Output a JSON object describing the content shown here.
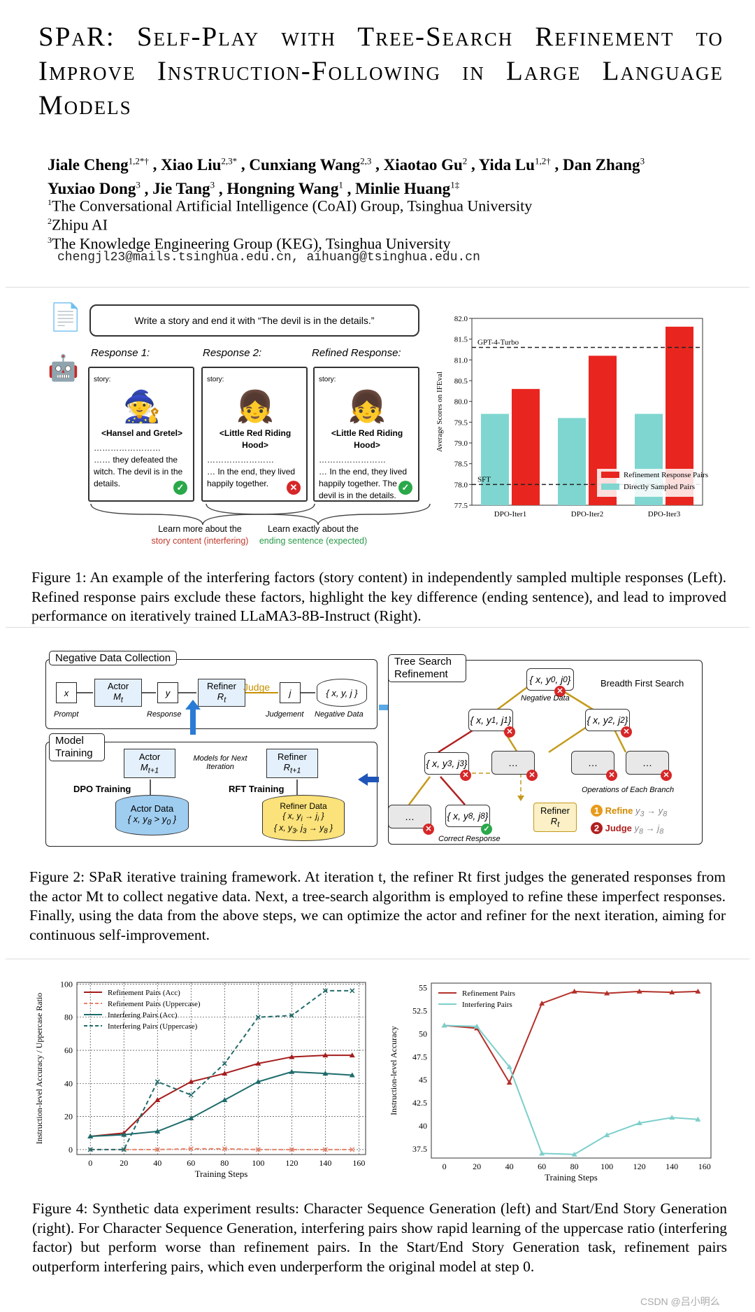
{
  "paper": {
    "title": "SPaR: Self-Play with Tree-Search Refinement to Improve Instruction-Following in Large Language Models",
    "authors_line1": [
      {
        "name": "Jiale Cheng",
        "sup": "1,2*†"
      },
      {
        "name": "Xiao Liu",
        "sup": "2,3*"
      },
      {
        "name": "Cunxiang Wang",
        "sup": "2,3"
      },
      {
        "name": "Xiaotao Gu",
        "sup": "2"
      },
      {
        "name": "Yida Lu",
        "sup": "1,2†"
      },
      {
        "name": "Dan Zhang",
        "sup": "3"
      }
    ],
    "authors_line2": [
      {
        "name": "Yuxiao Dong",
        "sup": "3"
      },
      {
        "name": "Jie Tang",
        "sup": "3"
      },
      {
        "name": "Hongning Wang",
        "sup": "1"
      },
      {
        "name": "Minlie Huang",
        "sup": "1‡"
      }
    ],
    "affiliations": [
      {
        "sup": "1",
        "text": "The Conversational Artificial Intelligence (CoAI) Group, Tsinghua University"
      },
      {
        "sup": "2",
        "text": "Zhipu AI"
      },
      {
        "sup": "3",
        "text": "The Knowledge Engineering Group (KEG), Tsinghua University"
      }
    ],
    "emails": "chengjl23@mails.tsinghua.edu.cn, aihuang@tsinghua.edu.cn"
  },
  "figure1": {
    "prompt": "Write a story and end it with “The devil is in the details.”",
    "responses": [
      {
        "label": "Response 1:",
        "story": "story:",
        "title": "<Hansel and Gretel>",
        "dots": "……………………",
        "body": "…… they defeated the witch. The devil is in the details.",
        "icon": "witch-icon",
        "verdict": "correct"
      },
      {
        "label": "Response 2:",
        "story": "story:",
        "title": "<Little Red Riding Hood>",
        "dots": "……………………",
        "body": "… In the end, they lived happily together.",
        "icon": "red-hood-icon",
        "verdict": "wrong"
      },
      {
        "label": "Refined Response:",
        "story": "story:",
        "title": "<Little Red Riding Hood>",
        "dots": "……………………",
        "body": "… In the end, they lived happily together. The devil is in the details.",
        "icon": "red-hood-icon",
        "verdict": "correct"
      }
    ],
    "note_left_1": "Learn more about the",
    "note_left_2": "story content (interfering)",
    "note_right_1": "Learn exactly about the",
    "note_right_2": "ending sentence (expected)",
    "caption": "Figure 1: An example of the interfering factors (story content) in independently sampled multiple responses (Left). Refined response pairs exclude these factors, highlight the key difference (ending sentence), and lead to improved performance on iteratively trained LLaMA3-8B-Instruct (Right)."
  },
  "figure2": {
    "left_header": "Negative Data Collection",
    "prompt": "Prompt",
    "response": "Response",
    "actor": "Actor",
    "refiner": "Refiner",
    "judge": "Judge",
    "judgement": "Judgement",
    "negative_data": "Negative Data",
    "model_training": "Model Training",
    "models_next": "Models for Next Iteration",
    "dpo_training": "DPO Training",
    "rft_training": "RFT Training",
    "actor_data": "Actor Data",
    "refiner_data": "Refiner Data",
    "tree_header": "Tree Search Refinement",
    "bfs": "Breadth First Search",
    "neg_data_label": "Negative Data",
    "ops_label": "Operations of Each Branch",
    "correct_response": "Correct Response",
    "refine_op": "Refine",
    "judge_op": "Judge",
    "caption": "Figure 2: SPaR iterative training framework. At iteration t, the refiner Rt first judges the generated responses from the actor Mt to collect negative data. Next, a tree-search algorithm is employed to refine these imperfect responses. Finally, using the data from the above steps, we can optimize the actor and refiner for the next iteration, aiming for continuous self-improvement."
  },
  "figure4": {
    "caption": "Figure 4: Synthetic data experiment results: Character Sequence Generation (left) and Start/End Story Generation (right). For Character Sequence Generation, interfering pairs show rapid learning of the uppercase ratio (interfering factor) but perform worse than refinement pairs. In the Start/End Story Generation task, refinement pairs outperform interfering pairs, which even underperform the original model at step 0."
  },
  "watermark": "CSDN @吕小明么",
  "chart_data": [
    {
      "type": "bar",
      "categories": [
        "DPO-Iter1",
        "DPO-Iter2",
        "DPO-Iter3"
      ],
      "series": [
        {
          "name": "Refinement Response Pairs",
          "values": [
            80.3,
            81.1,
            81.8
          ],
          "color": "#e8261f"
        },
        {
          "name": "Directly Sampled Pairs",
          "values": [
            79.7,
            79.6,
            79.7
          ],
          "color": "#7fd6d0"
        }
      ],
      "reference_lines": [
        {
          "label": "GPT-4-Turbo",
          "value": 81.3
        },
        {
          "label": "SFT",
          "value": 78.0
        }
      ],
      "ylabel": "Average Scores on IFEval",
      "ylim": [
        77.5,
        82.0
      ],
      "yticks": [
        77.5,
        78.0,
        78.5,
        79.0,
        79.5,
        80.0,
        80.5,
        81.0,
        81.5,
        82.0
      ],
      "legend": "bottom-right",
      "grid": false
    },
    {
      "type": "line",
      "xlabel": "Training Steps",
      "ylabel": "Instruction-level Accuracy / Uppercase Ratio",
      "x": [
        0,
        20,
        40,
        60,
        80,
        100,
        120,
        140,
        156
      ],
      "xticks": [
        0,
        20,
        40,
        60,
        80,
        100,
        120,
        140,
        160
      ],
      "yticks": [
        0,
        20,
        40,
        60,
        80,
        100
      ],
      "ylim": [
        -3,
        101
      ],
      "xlim": [
        -8,
        164
      ],
      "grid": true,
      "legend": "top-left",
      "series": [
        {
          "name": "Refinement Pairs (Acc)",
          "values": [
            8,
            10,
            30,
            41,
            46,
            52,
            56,
            57,
            57
          ],
          "color": "#a51c1c",
          "dash": false,
          "marker": "triangle"
        },
        {
          "name": "Refinement Pairs (Uppercase)",
          "values": [
            0,
            0,
            0,
            0.5,
            0.5,
            0,
            0,
            0,
            0
          ],
          "color": "#e8826a",
          "dash": true,
          "marker": "x"
        },
        {
          "name": "Interfering Pairs (Acc)",
          "values": [
            8,
            9,
            11,
            19,
            30,
            41,
            47,
            46,
            45
          ],
          "color": "#1d6b6b",
          "dash": false,
          "marker": "triangle"
        },
        {
          "name": "Interfering Pairs (Uppercase)",
          "values": [
            0,
            0,
            41,
            33,
            52,
            80,
            81,
            96,
            96
          ],
          "color": "#226b6b",
          "dash": true,
          "marker": "x"
        }
      ]
    },
    {
      "type": "line",
      "xlabel": "Training Steps",
      "ylabel": "Instruction-level Accuracy",
      "x": [
        0,
        20,
        40,
        60,
        80,
        100,
        120,
        140,
        156
      ],
      "xticks": [
        0,
        20,
        40,
        60,
        80,
        100,
        120,
        140,
        160
      ],
      "yticks": [
        37.5,
        40.0,
        42.5,
        45.0,
        47.5,
        50.0,
        52.5,
        55.0
      ],
      "ylim": [
        36.5,
        55.5
      ],
      "xlim": [
        -8,
        164
      ],
      "grid": false,
      "legend": "top-left",
      "series": [
        {
          "name": "Refinement Pairs",
          "values": [
            50.9,
            50.6,
            44.7,
            53.3,
            54.6,
            54.4,
            54.6,
            54.5,
            54.6
          ],
          "color": "#b3312a",
          "dash": false,
          "marker": "triangle"
        },
        {
          "name": "Interfering Pairs",
          "values": [
            50.9,
            50.8,
            46.4,
            37.0,
            36.9,
            39.0,
            40.3,
            40.9,
            40.7
          ],
          "color": "#7ccfcb",
          "dash": false,
          "marker": "triangle"
        }
      ]
    }
  ]
}
